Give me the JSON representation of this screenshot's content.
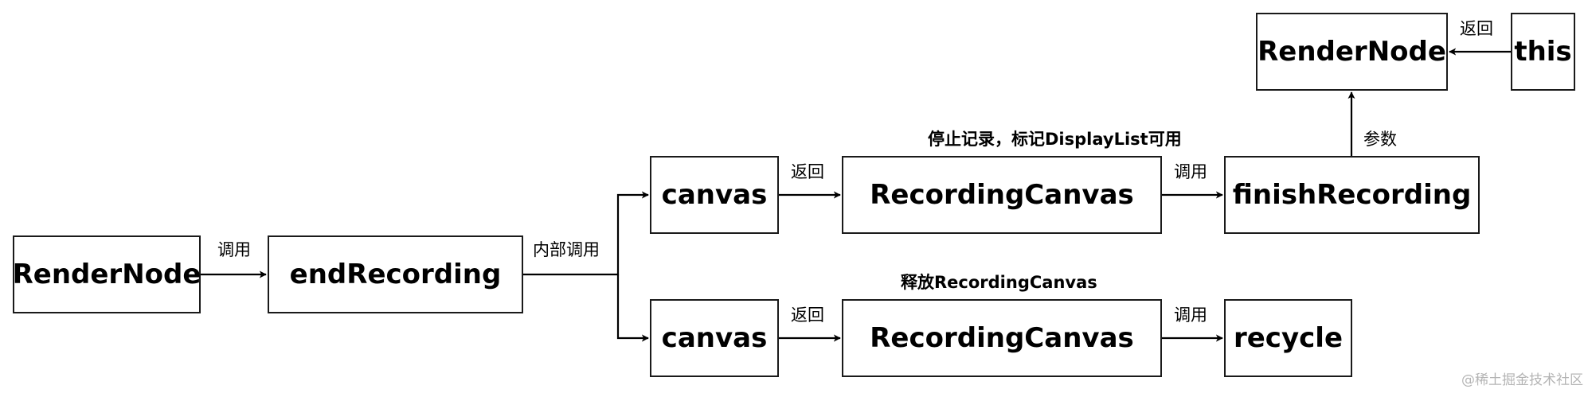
{
  "nodes": {
    "render_node_start": "RenderNode",
    "end_recording": "endRecording",
    "canvas_top": "canvas",
    "recording_canvas_top": "RecordingCanvas",
    "finish_recording": "finishRecording",
    "render_node_result": "RenderNode",
    "this_node": "this",
    "canvas_bottom": "canvas",
    "recording_canvas_bottom": "RecordingCanvas",
    "recycle": "recycle"
  },
  "edge_labels": {
    "call_end_recording": "调用",
    "internal_call": "内部调用",
    "return_top": "返回",
    "call_finish_recording": "调用",
    "param": "参数",
    "return_this": "返回",
    "return_bottom": "返回",
    "call_recycle": "调用"
  },
  "annotations": {
    "stop_recording": "停止记录，标记DisplayList可用",
    "release_canvas": "释放RecordingCanvas"
  },
  "watermark": "@稀土掘金技术社区"
}
